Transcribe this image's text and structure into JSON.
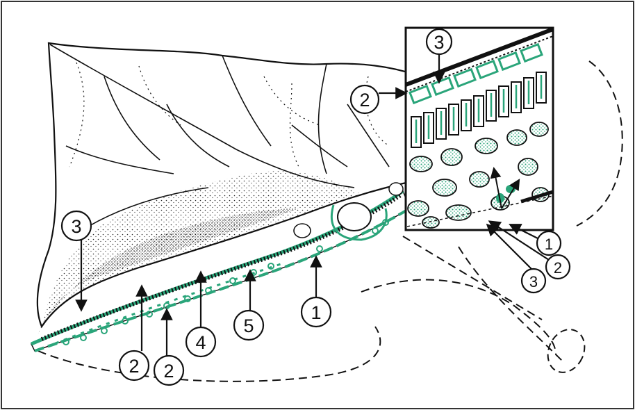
{
  "figure": {
    "colors": {
      "ink": "#111111",
      "tissue_green": "#2aa57a",
      "background": "#ffffff",
      "frame": "#333333"
    },
    "labels": {
      "top_3": "3",
      "top_2": "2",
      "left_3": "3",
      "inset_1": "1",
      "inset_2": "2",
      "inset_3": "3",
      "mid_1": "1",
      "bottom_5": "5",
      "bottom_4": "4",
      "bottom_2a": "2",
      "bottom_2b": "2"
    }
  }
}
